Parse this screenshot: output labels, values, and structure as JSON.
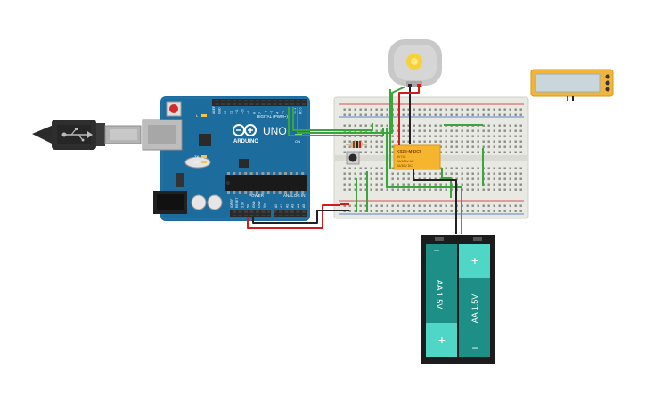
{
  "arduino": {
    "brand": "ARDUINO",
    "model": "UNO",
    "digital_label": "DIGITAL (PWM~)",
    "power_label": "POWER",
    "analog_label": "ANALOG IN",
    "tx_label": "TX",
    "rx_label": "RX",
    "l_label": "L",
    "on_label": "ON",
    "digital_pins": [
      "AREF",
      "GND",
      "13",
      "12",
      "~11",
      "~10",
      "~9",
      "8",
      "7",
      "~6",
      "~5",
      "4",
      "~3",
      "2",
      "TX 1",
      "RX 0"
    ],
    "power_pins": [
      "IOREF",
      "RESET",
      "3.3V",
      "5V",
      "GND",
      "GND",
      "Vin"
    ],
    "analog_pins": [
      "A0",
      "A1",
      "A2",
      "A3",
      "A4",
      "A5"
    ]
  },
  "relay": {
    "model": "KS2E-M-DC5",
    "line1": "5V DC",
    "line2": "2A/125V AC",
    "line3": "2A/30V DC"
  },
  "battery": {
    "cell1": "AA 1.5V",
    "cell2": "AA 1.5V",
    "plus": "+",
    "minus": "−"
  },
  "colors": {
    "arduino_blue": "#1c6c9e",
    "breadboard": "#e9e9e4",
    "wire_green": "#3aa53a",
    "wire_red": "#d01c1c",
    "wire_black": "#222222",
    "relay_body": "#f5b52e",
    "battery_cell": "#1e8f87",
    "battery_terminal": "#4fd6c6",
    "multimeter_body": "#f1b53a",
    "multimeter_screen": "#c9d6dc"
  }
}
